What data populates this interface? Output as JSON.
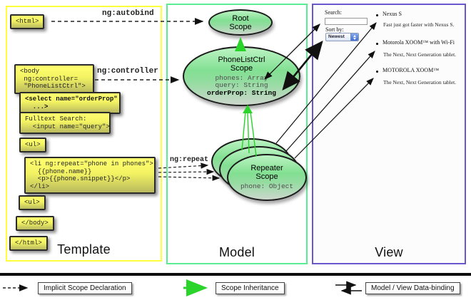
{
  "labels": {
    "ng_autobind": "ng:autobind",
    "ng_controller": "ng:controller",
    "ng_repeat": "ng:repeat"
  },
  "template": {
    "panel_label": "Template",
    "boxes": {
      "html_open": {
        "line1": "<html>"
      },
      "body_open": {
        "line1": "<body",
        "line2": " ng:controller=",
        "line3": " \"PhoneListCtrl\">"
      },
      "select": {
        "line1": "<select name=\"orderProp\"",
        "line2": "  ...>"
      },
      "fulltext": {
        "line1": "Fulltext Search:",
        "line2": "  <input name=\"query\">"
      },
      "ul_open": {
        "line1": "<ul>"
      },
      "li_repeat": {
        "line1": "<li ng:repeat=\"phone in phones\">",
        "line2": "  {{phone.name}}",
        "line3": "  <p>{{phone.snippet}}</p>",
        "line4": "</li>"
      },
      "ul_close": {
        "line1": "<ul>"
      },
      "body_close": {
        "line1": "</body>"
      },
      "html_close": {
        "line1": "</html>"
      }
    }
  },
  "model": {
    "panel_label": "Model",
    "root_scope": {
      "title_line1": "Root",
      "title_line2": "Scope"
    },
    "phonelist_scope": {
      "title_line1": "PhoneListCtrl",
      "title_line2": "Scope",
      "prop1": "phones: Array",
      "prop2": "query: String",
      "prop3": "orderProp: String"
    },
    "repeater_scope": {
      "title_line1": "Repeater",
      "title_line2": "Scope",
      "prop1": "phone: Object"
    }
  },
  "view": {
    "panel_label": "View",
    "search_label": "Search:",
    "sort_label": "Sort by:",
    "sort_value": "Newest",
    "items": [
      {
        "title": "Nexus S",
        "desc": "Fast just got faster with Nexus S."
      },
      {
        "title": "Motorola XOOM™ with Wi-Fi",
        "desc": "The Next, Next Generation tablet."
      },
      {
        "title": "MOTOROLA XOOM™",
        "desc": "The Next, Next Generation tablet."
      }
    ]
  },
  "legend": {
    "implicit": "Implicit Scope Declaration",
    "inheritance": "Scope Inheritance",
    "binding": "Model / View Data-binding"
  },
  "colors": {
    "template_border": "#ffff3d",
    "model_border": "#5bed92",
    "view_border": "#6858cc",
    "inheritance_green": "#2ad42a",
    "arrow_black": "#111111"
  }
}
